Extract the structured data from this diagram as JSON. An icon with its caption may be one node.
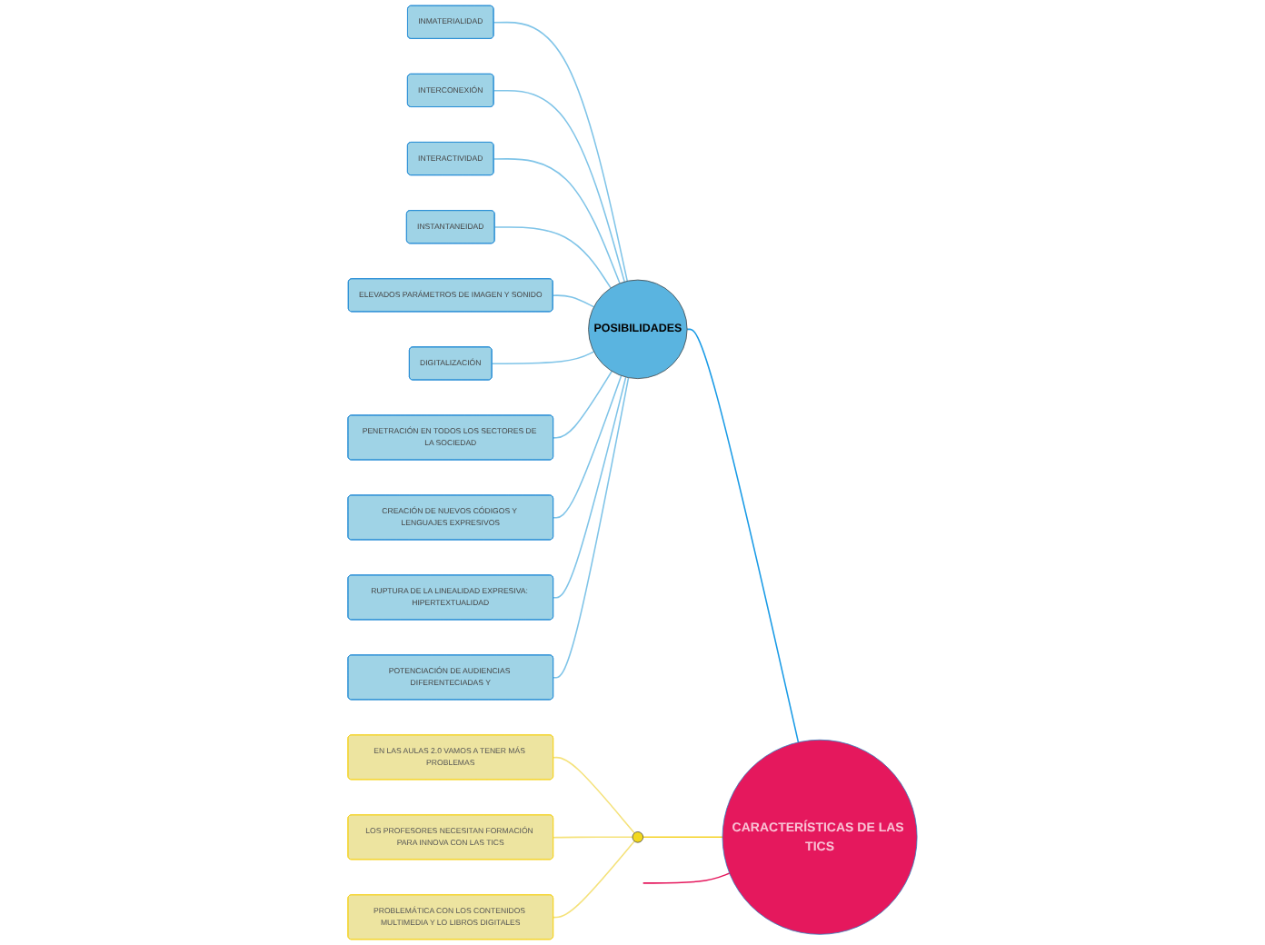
{
  "diagram": {
    "nodes": [
      {
        "text": [
          "CARACTERÍSTICAS DE LAS TICS"
        ]
      },
      {
        "text": [
          "POSIBILIDADES"
        ]
      },
      {
        "text": [
          "INMATERIALIDAD"
        ]
      },
      {
        "text": [
          "INTERCONEXIÓN"
        ]
      },
      {
        "text": [
          "INTERACTIVIDAD"
        ]
      },
      {
        "text": [
          "INSTANTANEIDAD"
        ]
      },
      {
        "text": [
          "ELEVADOS PARÁMETROS DE IMAGEN Y SONIDO"
        ]
      },
      {
        "text": [
          "DIGITALIZACIÓN"
        ]
      },
      {
        "text": [
          "PENETRACIÓN EN TODOS LOS SECTORES DE LA SOCIEDAD"
        ]
      },
      {
        "text": [
          "CREACIÓN DE NUEVOS CÓDIGOS Y LENGUAJES EXPRESIVOS"
        ]
      },
      {
        "text": [
          "RUPTURA DE LA LINEALIDAD EXPRESIVA: HIPERTEXTUALIDAD"
        ]
      },
      {
        "text": [
          "POTENCIACIÓN DE AUDIENCIAS DIFERENTECIADAS Y"
        ]
      },
      {
        "text": [],
        "shape": "circle"
      },
      {
        "text": [
          "EN LAS AULAS 2.0 VAMOS A TENER MÁS PROBLEMAS"
        ]
      },
      {
        "text": [
          "LOS PROFESORES NECESITAN FORMACIÓN PARA INNOVA CON LAS TICS"
        ]
      },
      {
        "text": [
          "PROBLEMÁTICA CON LOS CONTENIDOS MULTIMEDIA Y LO LIBROS DIGITALES"
        ]
      }
    ],
    "edges": [
      {
        "from": 0,
        "to": 1,
        "arrow": "none",
        "color": "#1a9be6"
      },
      {
        "from": 1,
        "to": 2,
        "arrow": "none"
      },
      {
        "from": 1,
        "to": 3,
        "arrow": "none"
      },
      {
        "from": 1,
        "to": 4,
        "arrow": "none"
      },
      {
        "from": 1,
        "to": 5,
        "arrow": "none"
      },
      {
        "from": 1,
        "to": 6,
        "arrow": "none"
      },
      {
        "from": 1,
        "to": 7,
        "arrow": "none"
      },
      {
        "from": 1,
        "to": 8,
        "arrow": "none"
      },
      {
        "from": 1,
        "to": 9,
        "arrow": "none"
      },
      {
        "from": 1,
        "to": 10,
        "arrow": "none"
      },
      {
        "from": 1,
        "to": 11,
        "arrow": "none"
      },
      {
        "from": 0,
        "to": null,
        "arrow": "none",
        "color": "#e5185d"
      },
      {
        "from": 0,
        "to": 12,
        "arrow": "none",
        "color": "#f5d327"
      },
      {
        "from": 12,
        "to": 13,
        "arrow": "none",
        "color": "#f5e27a"
      },
      {
        "from": 12,
        "to": 14,
        "arrow": "none",
        "color": "#f5e27a"
      },
      {
        "from": 12,
        "to": 15,
        "arrow": "none",
        "color": "#f5e27a"
      }
    ]
  }
}
